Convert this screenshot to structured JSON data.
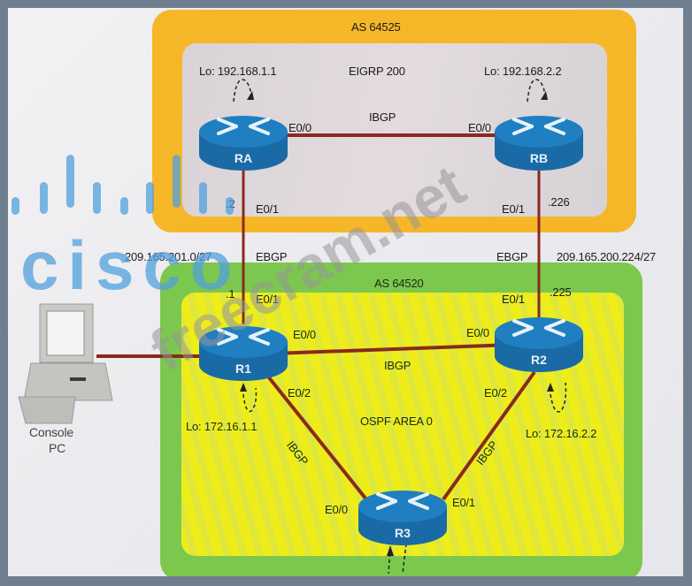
{
  "diagram": {
    "as_top": {
      "label": "AS 64525",
      "igp": "EIGRP 200",
      "fill": "#f5b728",
      "inner_fill": "#dcd6d6"
    },
    "as_bottom": {
      "label": "AS 64520",
      "igp": "OSPF AREA 0",
      "fill": "#7cc84e",
      "inner_fill": "#e8ea1c"
    },
    "routers": [
      {
        "id": "RA",
        "loopback": "Lo: 192.168.1.1"
      },
      {
        "id": "RB",
        "loopback": "Lo: 192.168.2.2"
      },
      {
        "id": "R1",
        "loopback": "Lo: 172.16.1.1"
      },
      {
        "id": "R2",
        "loopback": "Lo: 172.16.2.2"
      },
      {
        "id": "R3",
        "loopback": ""
      }
    ],
    "pc": {
      "label_line1": "Console",
      "label_line2": "PC"
    },
    "links": {
      "ra_rb": {
        "protocol": "IBGP",
        "ra_if": "E0/0",
        "rb_if": "E0/0"
      },
      "ra_r1": {
        "protocol": "EBGP",
        "subnet": "209.165.201.0/27",
        "ra_if": "E0/1",
        "ra_ip": ".2",
        "r1_if": "E0/1",
        "r1_ip": ".1"
      },
      "rb_r2": {
        "protocol": "EBGP",
        "subnet": "209.165.200.224/27",
        "rb_if": "E0/1",
        "rb_ip": ".226",
        "r2_if": "E0/1",
        "r2_ip": ".225"
      },
      "r1_r2": {
        "protocol": "IBGP",
        "r1_if": "E0/0",
        "r2_if": "E0/0"
      },
      "r1_r3": {
        "protocol": "IBGP",
        "r1_if": "E0/2",
        "r3_if": "E0/0"
      },
      "r2_r3": {
        "protocol": "IBGP",
        "r2_if": "E0/2",
        "r3_if": "E0/1"
      }
    },
    "link_color": "#8a2a1e",
    "router_color": "#1f7fc0"
  },
  "watermarks": {
    "logo": "cisco",
    "site": "freecram.net"
  },
  "colors": {
    "frame": "#6f7f8f",
    "logo_blue": "#5aa6dc"
  }
}
